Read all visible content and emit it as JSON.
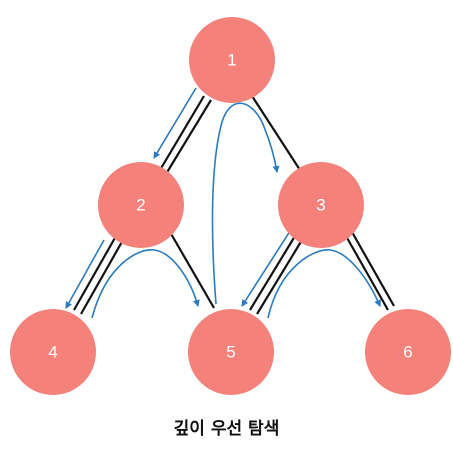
{
  "caption": "깊이 우선 탐색",
  "colors": {
    "node_fill": "#f4817a",
    "node_text": "#ffffff",
    "edge": "#111111",
    "traversal_arrow": "#2a7bbf"
  },
  "nodes": [
    {
      "id": "1",
      "label": "1"
    },
    {
      "id": "2",
      "label": "2"
    },
    {
      "id": "3",
      "label": "3"
    },
    {
      "id": "4",
      "label": "4"
    },
    {
      "id": "5",
      "label": "5"
    },
    {
      "id": "6",
      "label": "6"
    }
  ],
  "edges": [
    {
      "from": "1",
      "to": "2"
    },
    {
      "from": "1",
      "to": "3"
    },
    {
      "from": "2",
      "to": "4"
    },
    {
      "from": "2",
      "to": "5"
    },
    {
      "from": "3",
      "to": "5"
    },
    {
      "from": "3",
      "to": "6"
    }
  ],
  "traversal_order": [
    "1",
    "2",
    "4",
    "5",
    "3",
    "6"
  ]
}
